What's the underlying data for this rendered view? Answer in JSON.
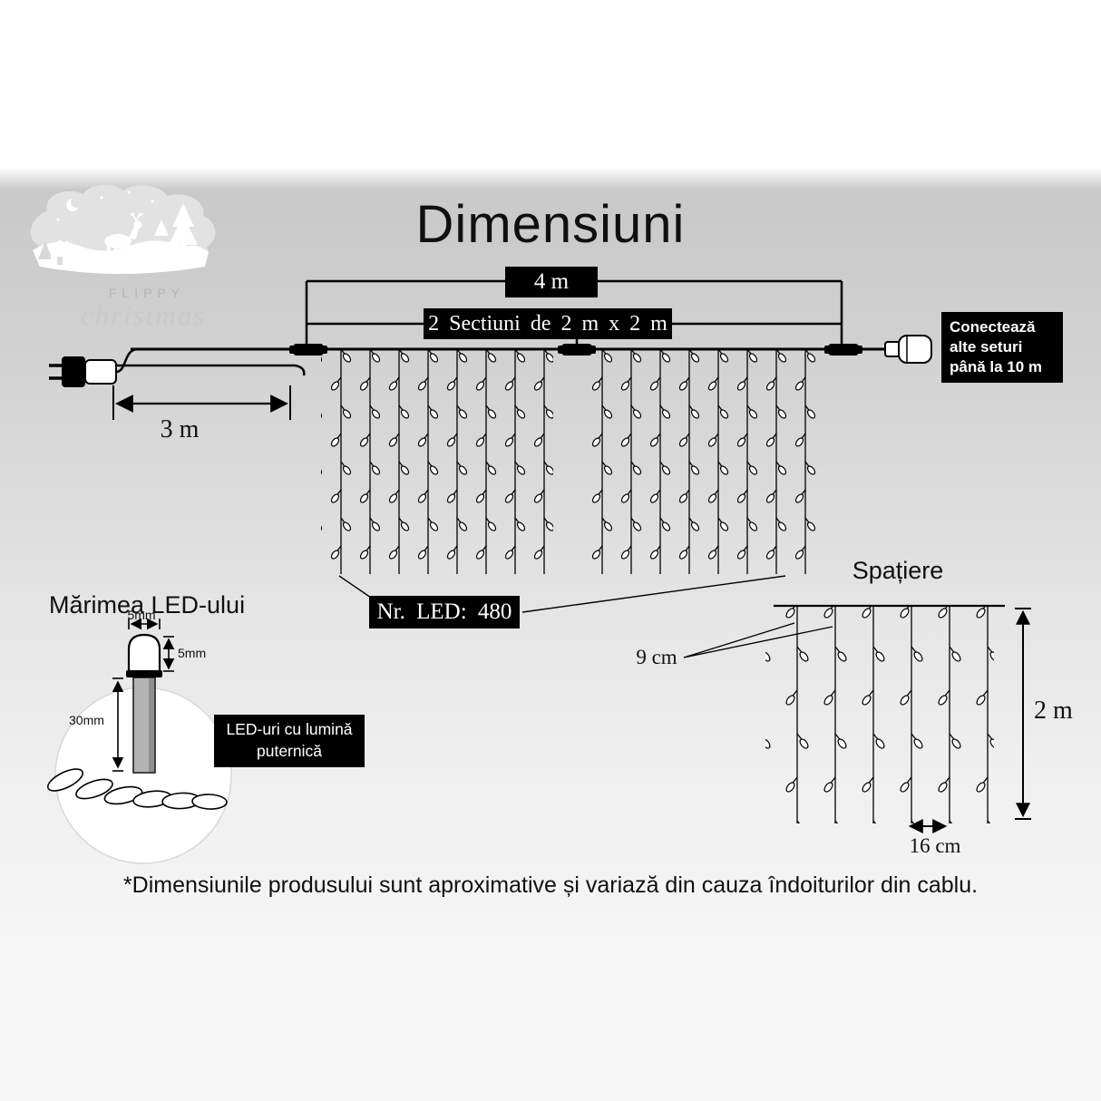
{
  "page": {
    "title": "Dimensiuni",
    "footnote": "*Dimensiunile produsului sunt aproximative și variază din cauza îndoiturilor din cablu."
  },
  "logo": {
    "brand_top": "FLIPPY",
    "brand_script": "christmas"
  },
  "main_diagram": {
    "total_width": "4 m",
    "sections": "2 Sectiuni de 2 m x 2 m",
    "lead_length": "3 m",
    "led_count": "Nr. LED: 480",
    "connect_note": "Conectează alte seturi până la 10 m"
  },
  "led_size": {
    "title": "Mărimea LED-ului",
    "bulb_width": "5mm",
    "bulb_height": "5mm",
    "body_length": "30mm",
    "note": "LED-uri cu lumină puternică"
  },
  "spacing": {
    "title": "Spațiere",
    "top_gap": "9 cm",
    "height": "2 m",
    "bottom_gap": "16 cm"
  },
  "colors": {
    "label_bg": "#000000",
    "label_text": "#ffffff",
    "background_gray": "#d9d9d9"
  }
}
